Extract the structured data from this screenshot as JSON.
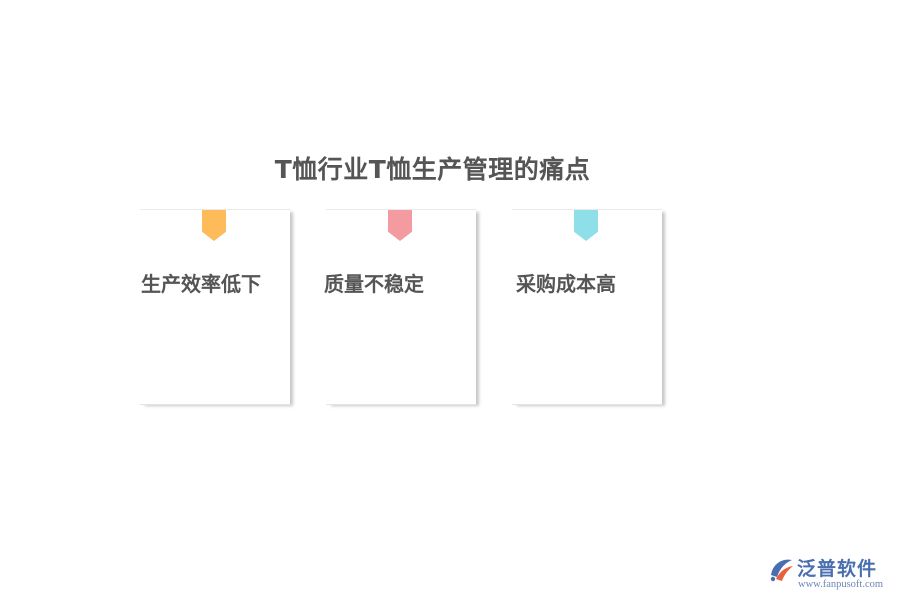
{
  "page": {
    "title": "T恤行业T恤生产管理的痛点"
  },
  "cards": [
    {
      "label": "生产效率低下",
      "tag_color": "#fdbb5a"
    },
    {
      "label": "质量不稳定",
      "tag_color": "#f39ba0"
    },
    {
      "label": "采购成本高",
      "tag_color": "#8fdfe9"
    }
  ],
  "logo": {
    "name": "泛普软件",
    "url": "www.fanpusoft.com",
    "icon": "fanpu-logo-icon",
    "colors": {
      "primary": "#4a6fb0",
      "accent": "#e8603c"
    }
  }
}
